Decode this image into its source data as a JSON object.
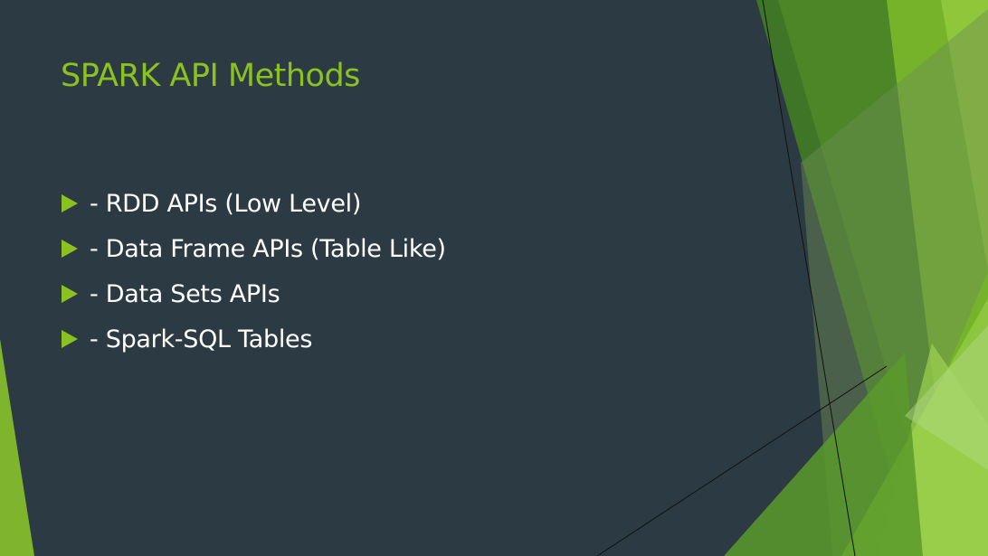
{
  "slide": {
    "title": "SPARK API Methods",
    "bullets": [
      {
        "text": "- RDD APIs (Low Level)",
        "icon": "triangle-bullet-icon"
      },
      {
        "text": "- Data Frame APIs (Table Like)",
        "icon": "triangle-bullet-icon"
      },
      {
        "text": "- Data Sets APIs",
        "icon": "triangle-bullet-icon"
      },
      {
        "text": "- Spark-SQL Tables",
        "icon": "triangle-bullet-icon"
      }
    ]
  },
  "colors": {
    "background": "#2c3b43",
    "accent": "#8bc220",
    "text": "#ffffff"
  }
}
